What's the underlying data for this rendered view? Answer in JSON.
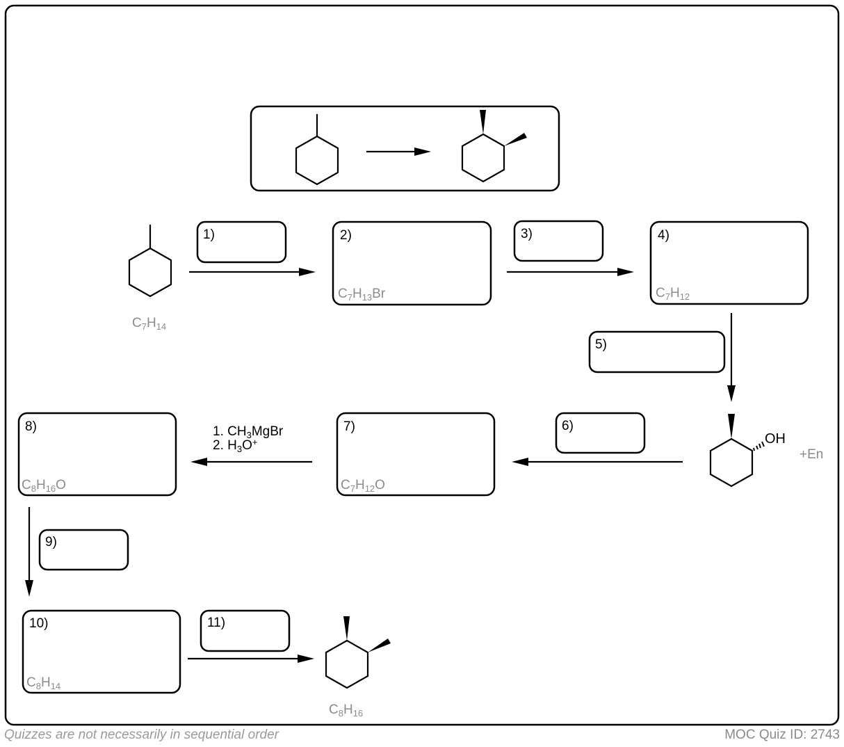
{
  "scheme": {
    "summary_arrow": "reaction overview",
    "boxes": [
      {
        "step": "1)",
        "formula": ""
      },
      {
        "step": "2)",
        "formula_base": "C",
        "f": [
          [
            "C",
            "7"
          ],
          [
            "H",
            "13"
          ],
          [
            "Br",
            ""
          ]
        ]
      },
      {
        "step": "3)",
        "formula": ""
      },
      {
        "step": "4)",
        "f": [
          [
            "C",
            "7"
          ],
          [
            "H",
            "12"
          ]
        ]
      },
      {
        "step": "5)",
        "formula": ""
      },
      {
        "step": "6)",
        "formula": ""
      },
      {
        "step": "7)",
        "f": [
          [
            "C",
            "7"
          ],
          [
            "H",
            "12"
          ],
          [
            "O",
            ""
          ]
        ]
      },
      {
        "step": "8)",
        "f": [
          [
            "C",
            "8"
          ],
          [
            "H",
            "16"
          ],
          [
            "O",
            ""
          ]
        ]
      },
      {
        "step": "9)",
        "formula": ""
      },
      {
        "step": "10)",
        "f": [
          [
            "C",
            "8"
          ],
          [
            "H",
            "14"
          ]
        ]
      },
      {
        "step": "11)",
        "formula": ""
      }
    ],
    "start_formula": [
      [
        "C",
        "7"
      ],
      [
        "H",
        "14"
      ]
    ],
    "product_formula": [
      [
        "C",
        "8"
      ],
      [
        "H",
        "16"
      ]
    ],
    "reagent_line1_prefix": "1. CH",
    "reagent_line1_sub": "3",
    "reagent_line1_suffix": "MgBr",
    "reagent_line2_prefix": "2. H",
    "reagent_line2_sub": "3",
    "reagent_line2_mid": "O",
    "reagent_line2_sup": "+",
    "oh_label": "OH",
    "en_label": "+En"
  },
  "footer": {
    "left": "Quizzes are not necessarily in sequential order",
    "right": "MOC Quiz ID: 2743"
  }
}
